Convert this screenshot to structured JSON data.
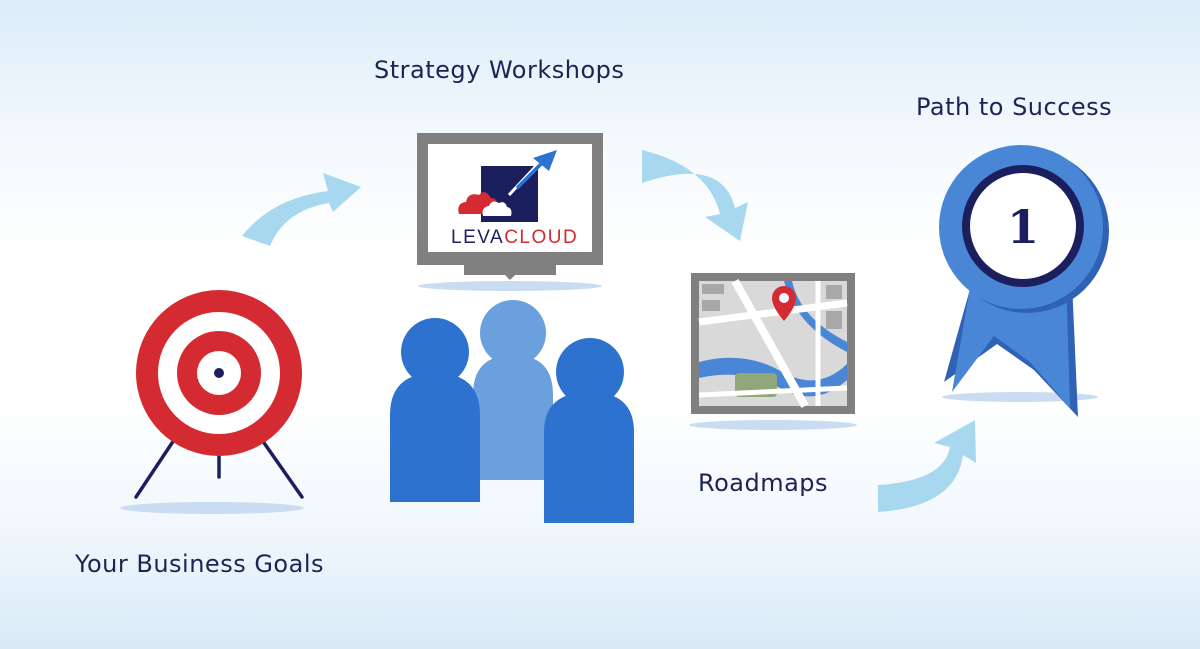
{
  "labels": {
    "strategy_workshops": "Strategy Workshops",
    "path_to_success": "Path to Success",
    "roadmaps": "Roadmaps",
    "your_business_goals": "Your Business Goals"
  },
  "brand": {
    "part1": "LEVA",
    "part2": "CLOUD",
    "color_navy": "#1b1f5e",
    "color_red": "#d42b32"
  },
  "badge": {
    "number": "1"
  },
  "colors": {
    "text": "#1d2453",
    "arrow": "#a8d8f0",
    "target_red": "#d42b32",
    "people_dark": "#2e72cf",
    "people_light": "#6aa0de",
    "ribbon": "#4a86d6",
    "monitor_frame": "#808080"
  },
  "icons": [
    "target-icon",
    "monitor-icon",
    "people-icon",
    "map-icon",
    "map-pin-icon",
    "ribbon-badge-icon",
    "flow-arrow-icon",
    "cloud-icon"
  ]
}
